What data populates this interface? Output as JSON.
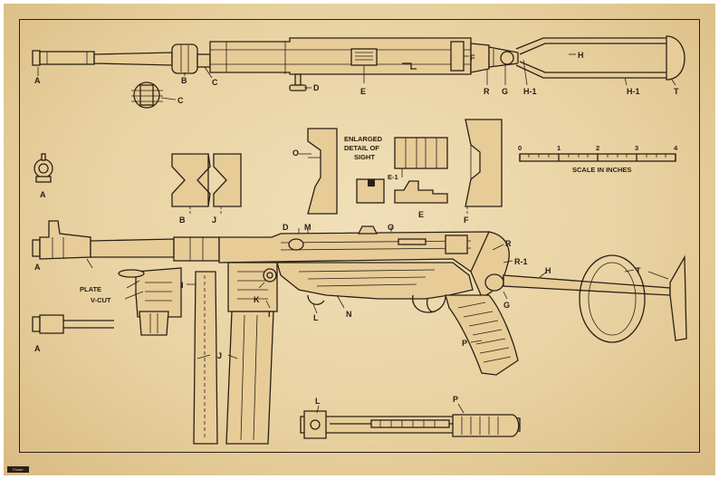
{
  "labels": {
    "A": "A",
    "B": "B",
    "C": "C",
    "D": "D",
    "E": "E",
    "E1": "E-1",
    "F": "F",
    "G": "G",
    "H": "H",
    "H1": "H-1",
    "I": "I",
    "J": "J",
    "K": "K",
    "L": "L",
    "M": "M",
    "N": "N",
    "O": "O",
    "P": "P",
    "R": "R",
    "R1": "R-1",
    "T": "T"
  },
  "sight_title_1": "ENLARGED",
  "sight_title_2": "DETAIL OF",
  "sight_title_3": "SIGHT",
  "plate_label": "PLATE",
  "vcut_label": "V-CUT",
  "scale": {
    "label": "SCALE IN INCHES",
    "ticks": [
      "0",
      "1",
      "2",
      "3",
      "4"
    ]
  },
  "brand": "Poster"
}
